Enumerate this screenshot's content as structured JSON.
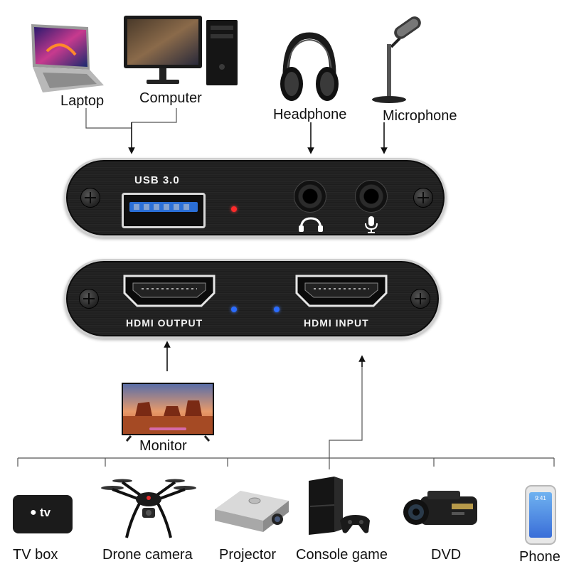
{
  "top_devices": {
    "laptop": "Laptop",
    "computer": "Computer",
    "headphone": "Headphone",
    "microphone": "Microphone"
  },
  "capture_card": {
    "usb_label": "USB 3.0",
    "hdmi_output_label": "HDMI OUTPUT",
    "hdmi_input_label": "HDMI INPUT"
  },
  "monitor_label": "Monitor",
  "sources": {
    "tv_box": "TV box",
    "tv_box_logo": "tv",
    "drone": "Drone camera",
    "projector": "Projector",
    "console": "Console game",
    "dvd": "DVD",
    "phone": "Phone",
    "phone_time": "9:41"
  },
  "colors": {
    "accent_blue": "#2b6fd6",
    "led_red": "#ff2a2a",
    "led_blue": "#2b6cff"
  }
}
